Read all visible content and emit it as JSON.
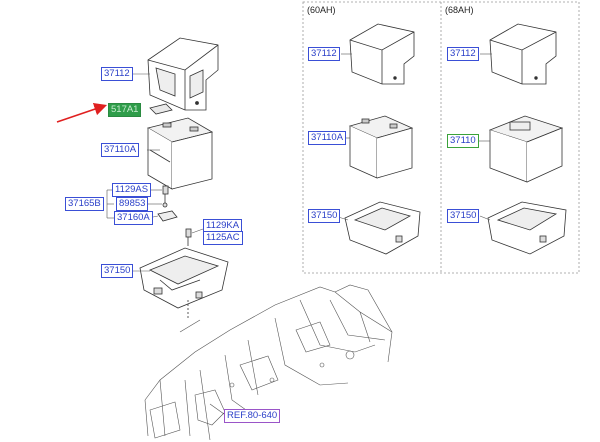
{
  "variants": {
    "v60": "(60AH)",
    "v68": "(68AH)"
  },
  "main": {
    "tray_label": "37112",
    "cover_label": "517A1",
    "battery_label": "37110A",
    "bolt_group_label": "37165B",
    "bolt_a_label": "1129AS",
    "nut_label": "89853",
    "clamp_label": "37160A",
    "bolt_b1_label": "1129KA",
    "bolt_b2_label": "1125AC",
    "base_label": "37150",
    "ref_label": "REF.80-640"
  },
  "col60": {
    "tray_label": "37112",
    "battery_label": "37110A",
    "base_label": "37150"
  },
  "col68": {
    "tray_label": "37112",
    "battery_label": "37110",
    "base_label": "37150"
  },
  "colors": {
    "label_border": "#3a4fd6",
    "highlight": "#2f9d4a",
    "arrow": "#e02020",
    "ref_border": "#9a55c8"
  }
}
